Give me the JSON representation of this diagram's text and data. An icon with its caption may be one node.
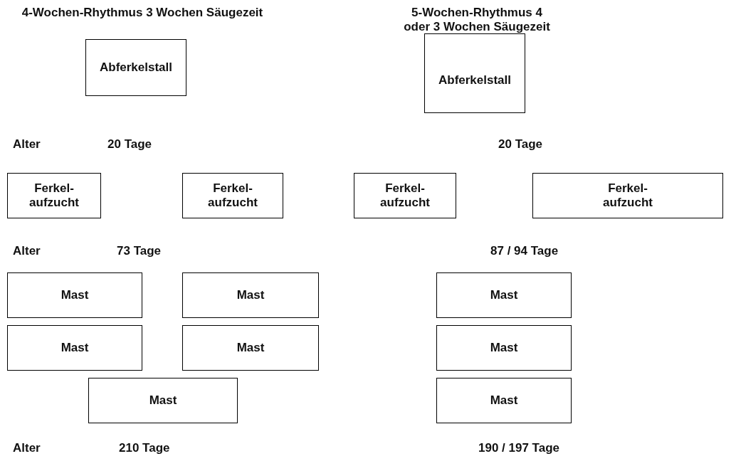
{
  "diagram": {
    "nodes": [
      {
        "text": [
          "Abferkelstall"
        ]
      },
      {
        "text": [
          "Abferkelstall"
        ]
      },
      {
        "text": [
          "Ferkel- aufzucht"
        ]
      },
      {
        "text": [
          "Ferkel- aufzucht"
        ]
      },
      {
        "text": [
          "Ferkel- aufzucht"
        ]
      },
      {
        "text": [
          "Ferkel- aufzucht"
        ]
      },
      {
        "text": [
          "Mast"
        ]
      },
      {
        "text": [
          "Mast"
        ]
      },
      {
        "text": [
          "Mast"
        ]
      },
      {
        "text": [
          "Mast"
        ]
      },
      {
        "text": [
          "Mast"
        ]
      },
      {
        "text": [
          "Mast"
        ]
      },
      {
        "text": [
          "Mast"
        ]
      },
      {
        "text": [
          "Mast"
        ]
      }
    ],
    "labels": [
      "4-Wochen-Rhythmus 3 Wochen Säugezeit",
      "5-Wochen-Rhythmus 4 oder 3 Wochen Säugezeit",
      "Alter",
      "20 Tage",
      "20 Tage",
      "Alter",
      "73 Tage",
      "87 / 94 Tage",
      "Alter",
      "210 Tage",
      "190 / 197 Tage"
    ]
  }
}
